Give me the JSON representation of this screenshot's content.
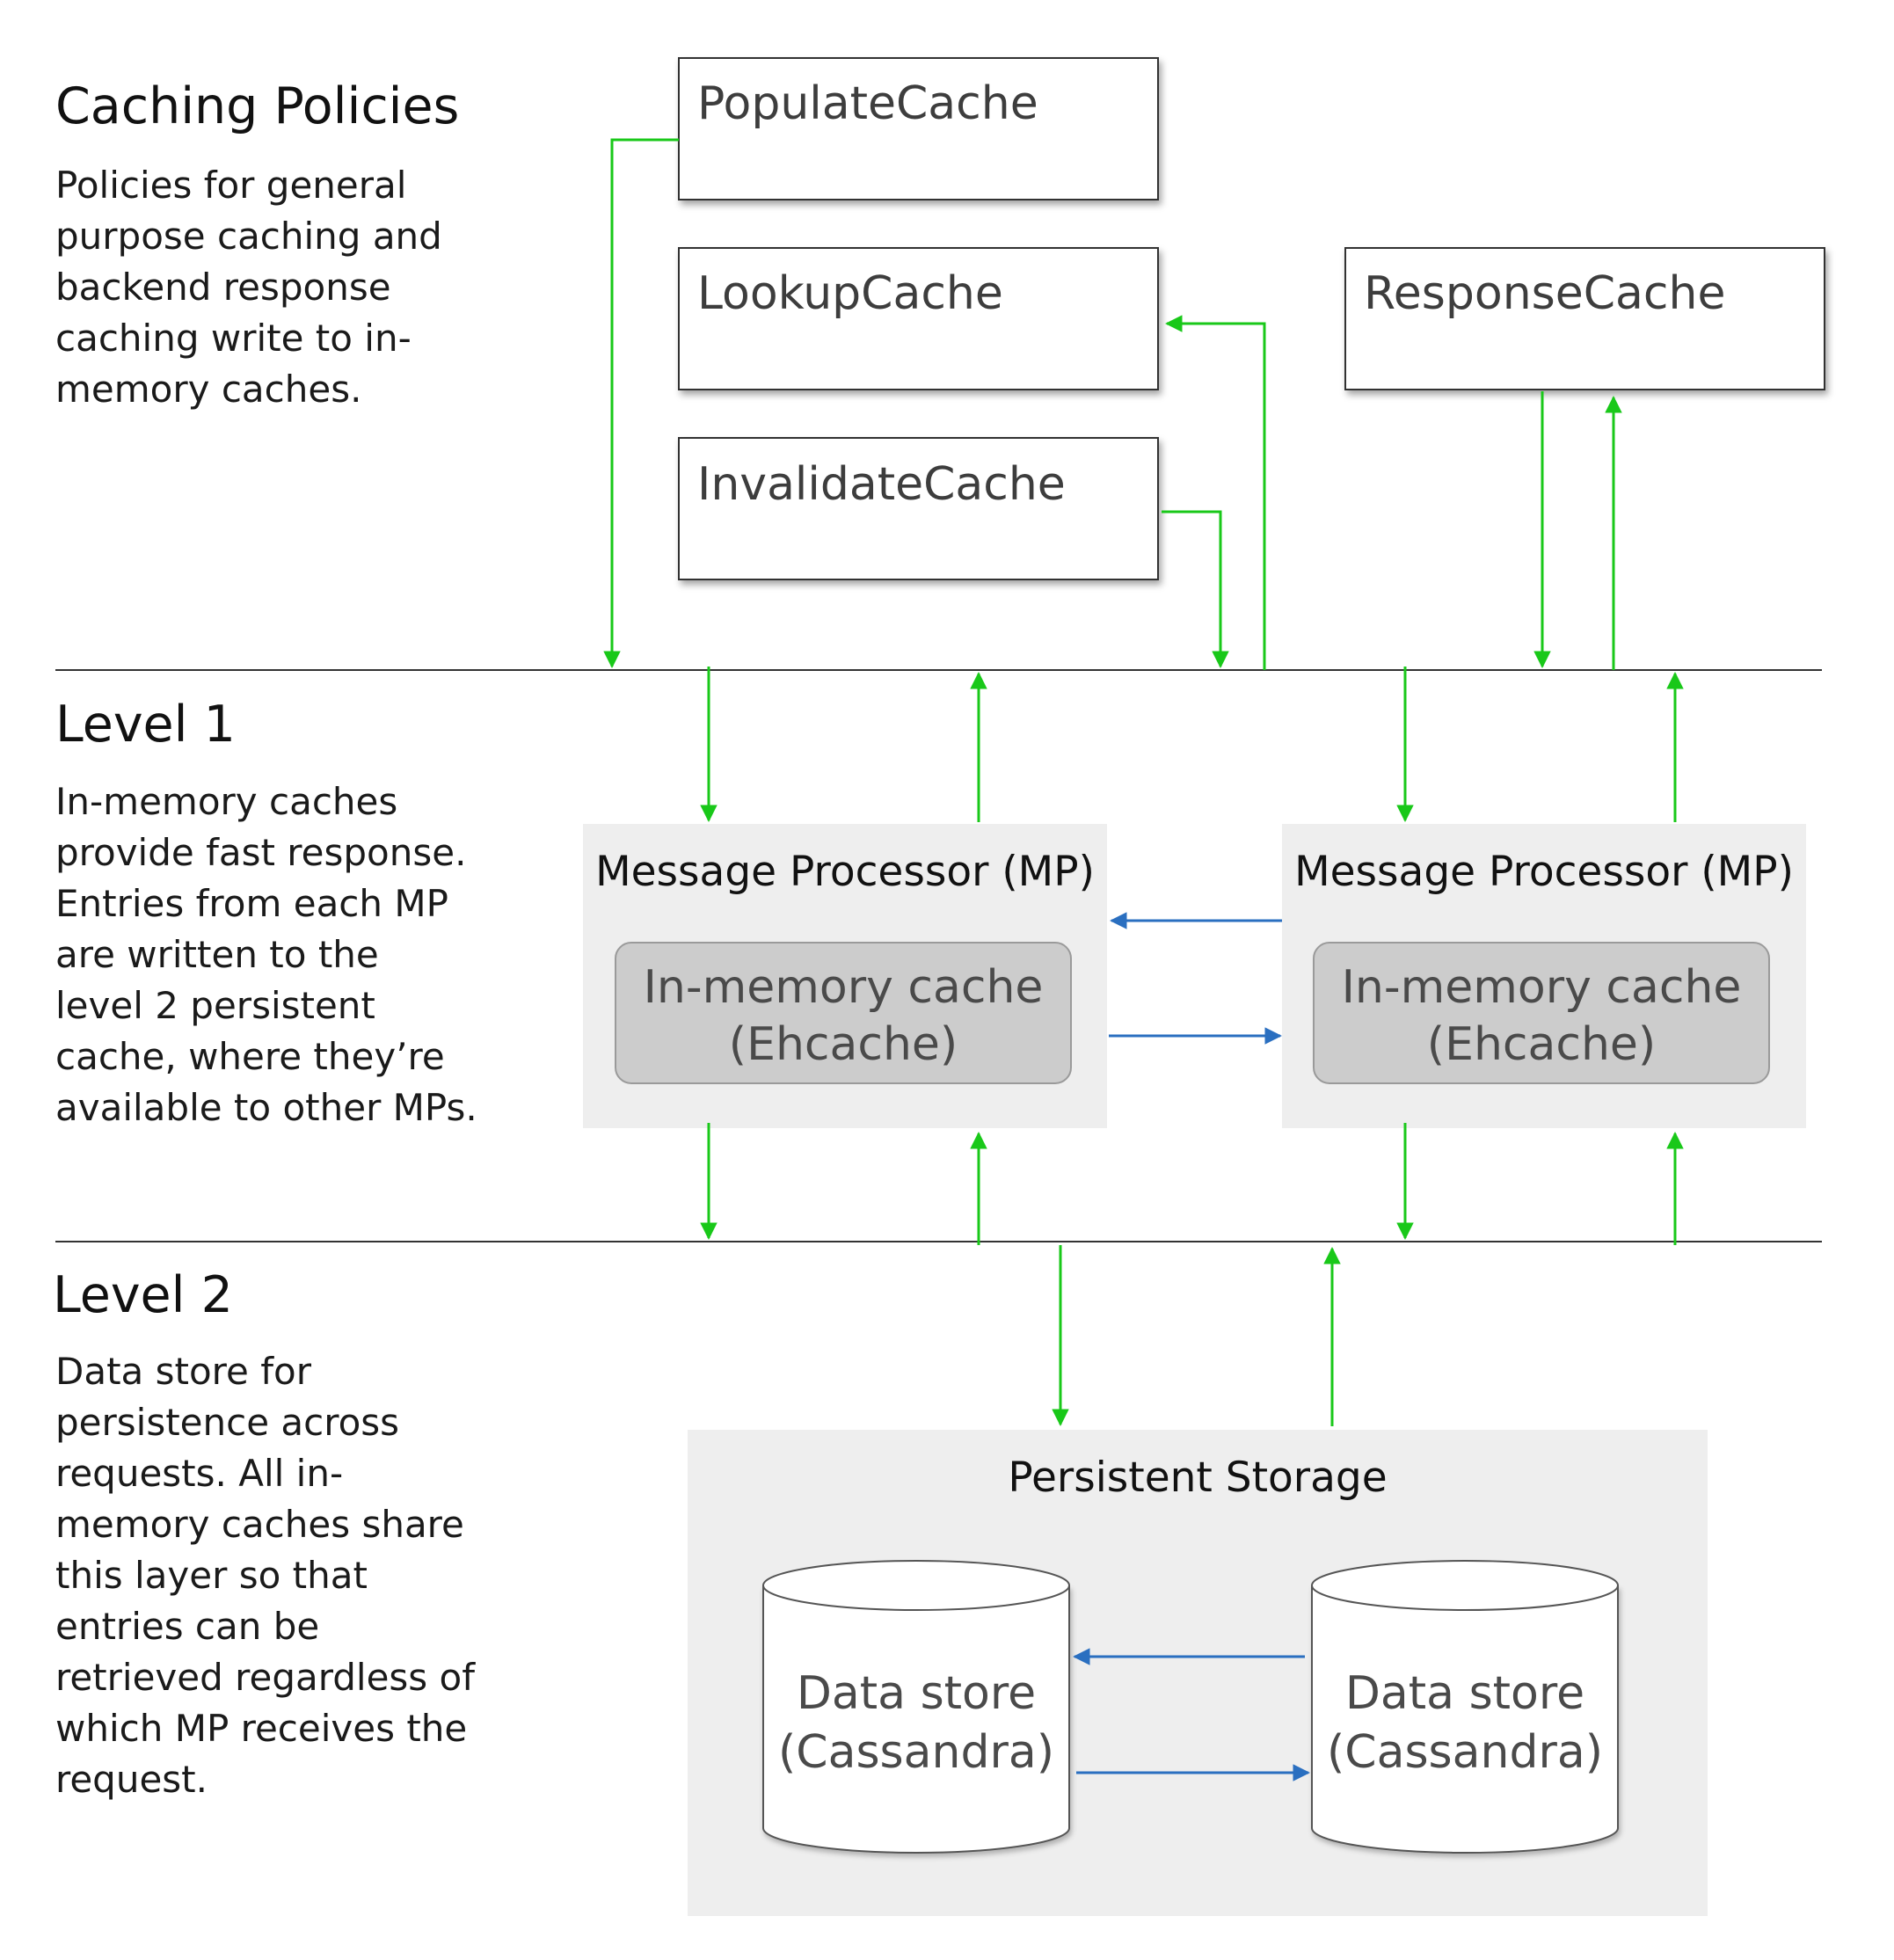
{
  "colors": {
    "flow_arrow": "#19c819",
    "replication_arrow": "#2a6fc0",
    "panel_fill": "#eeeeee",
    "cache_fill": "#cccccc",
    "divider": "#333333"
  },
  "sections": {
    "caching_policies": {
      "heading": "Caching Policies",
      "description_lines": [
        "Policies for general",
        "purpose caching and",
        "backend response",
        "caching write to in-",
        "memory caches."
      ]
    },
    "level1": {
      "heading": "Level 1",
      "description_lines": [
        "In-memory caches",
        "provide fast response.",
        "Entries from each MP",
        "are written to the",
        "level 2 persistent",
        "cache, where they’re",
        "available to other MPs."
      ]
    },
    "level2": {
      "heading": "Level 2",
      "description_lines": [
        "Data store for",
        "persistence across",
        "requests. All in-",
        "memory caches share",
        "this layer so that",
        "entries can be",
        "retrieved regardless of",
        "which MP receives the",
        "request."
      ]
    }
  },
  "policies": {
    "populate": "PopulateCache",
    "lookup": "LookupCache",
    "invalidate": "InvalidateCache",
    "response": "ResponseCache"
  },
  "message_processors": [
    {
      "title": "Message Processor (MP)",
      "cache_line1": "In-memory cache",
      "cache_line2": "(Ehcache)"
    },
    {
      "title": "Message Processor (MP)",
      "cache_line1": "In-memory cache",
      "cache_line2": "(Ehcache)"
    }
  ],
  "persistent_storage": {
    "title": "Persistent Storage",
    "data_stores": [
      {
        "line1": "Data store",
        "line2": "(Cassandra)"
      },
      {
        "line1": "Data store",
        "line2": "(Cassandra)"
      }
    ]
  }
}
